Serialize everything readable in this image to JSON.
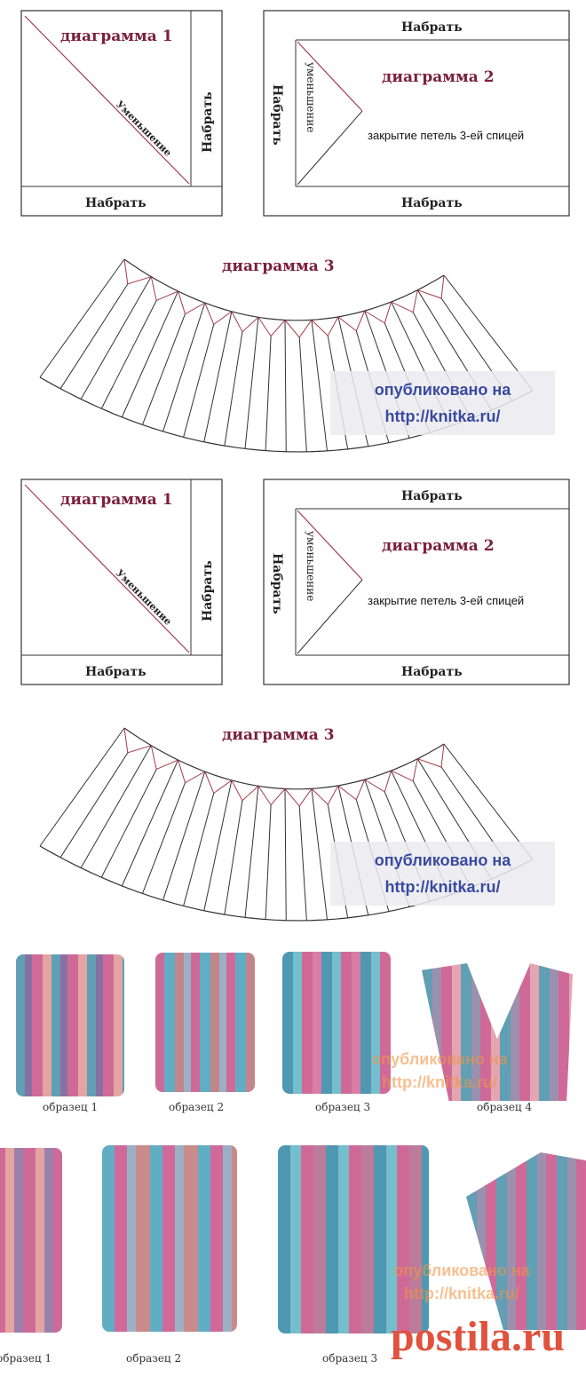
{
  "diagram1": {
    "title": "диаграмма 1",
    "cast_on": "Набрать",
    "decrease": "Уменьшение"
  },
  "diagram2": {
    "title": "диаграмма 2",
    "cast_on": "Набрать",
    "decrease": "уменьшение",
    "bind_off": "закрытие петель 3-ей спицей"
  },
  "diagram3": {
    "title": "диаграмма 3",
    "segments": 12
  },
  "watermark": {
    "line1": "опубликовано на",
    "line2": "http://knitka.ru/"
  },
  "photos_row1": [
    "образец 1",
    "образец 2",
    "образец 3",
    "образец 4"
  ],
  "photos_row2": [
    "образец 1",
    "образец 2",
    "образец 3"
  ],
  "postila": "postila.ru",
  "colors": {
    "title": "#7a1f3d",
    "arrow": "#a33a4a",
    "watermark": "#3a4aa0"
  }
}
